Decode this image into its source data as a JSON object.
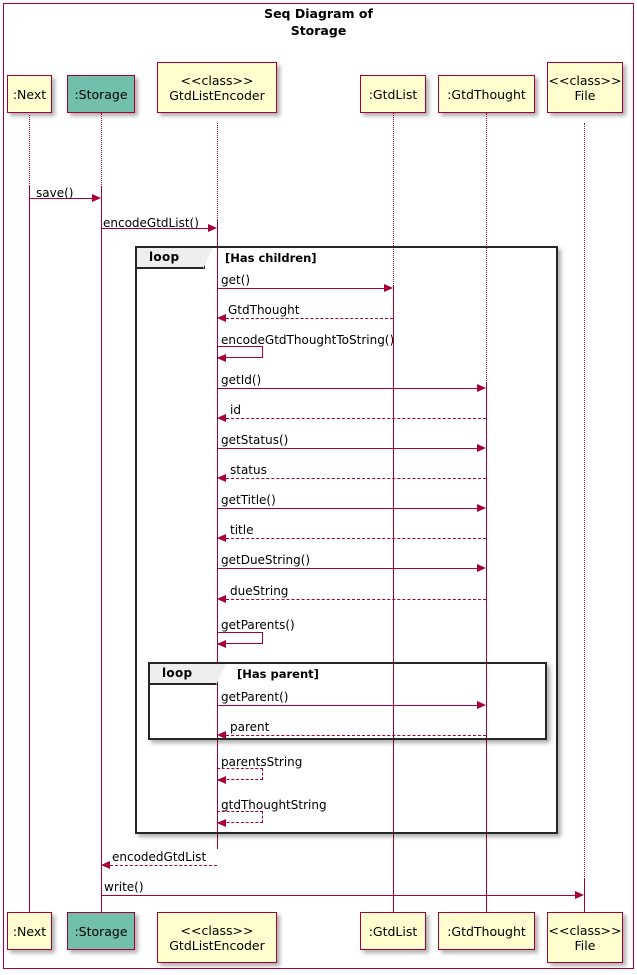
{
  "title": "Seq Diagram of\nStorage",
  "colors": {
    "line": "#A80036",
    "participant_fill": "#FEFECE",
    "highlight_fill": "#72BFAC",
    "fragment_border": "#262626",
    "fragment_tab_fill": "#EEEEEE"
  },
  "participants": [
    {
      "id": "next",
      "label": ":Next",
      "stereotype": "",
      "highlight": false
    },
    {
      "id": "storage",
      "label": ":Storage",
      "stereotype": "",
      "highlight": true
    },
    {
      "id": "encoder",
      "label": "GtdListEncoder",
      "stereotype": "<<class>>",
      "highlight": false
    },
    {
      "id": "gtdlist",
      "label": ":GtdList",
      "stereotype": "",
      "highlight": false
    },
    {
      "id": "gtdthought",
      "label": ":GtdThought",
      "stereotype": "",
      "highlight": false
    },
    {
      "id": "file",
      "label": "File",
      "stereotype": "<<class>>",
      "highlight": false
    }
  ],
  "fragments": [
    {
      "id": "loop-has-children",
      "keyword": "loop",
      "guard": "[Has children]"
    },
    {
      "id": "loop-has-parent",
      "keyword": "loop",
      "guard": "[Has parent]"
    }
  ],
  "messages": [
    {
      "id": "m1",
      "label": "save()",
      "from": "next",
      "to": "storage",
      "kind": "call"
    },
    {
      "id": "m2",
      "label": "encodeGtdList()",
      "from": "storage",
      "to": "encoder",
      "kind": "call"
    },
    {
      "id": "m3",
      "label": "get()",
      "from": "encoder",
      "to": "gtdlist",
      "kind": "call"
    },
    {
      "id": "m4",
      "label": "GtdThought",
      "from": "gtdlist",
      "to": "encoder",
      "kind": "return"
    },
    {
      "id": "m5",
      "label": "encodeGtdThoughtToString()",
      "from": "encoder",
      "to": "encoder",
      "kind": "self"
    },
    {
      "id": "m6",
      "label": "getId()",
      "from": "encoder",
      "to": "gtdthought",
      "kind": "call"
    },
    {
      "id": "m7",
      "label": "id",
      "from": "gtdthought",
      "to": "encoder",
      "kind": "return"
    },
    {
      "id": "m8",
      "label": "getStatus()",
      "from": "encoder",
      "to": "gtdthought",
      "kind": "call"
    },
    {
      "id": "m9",
      "label": "status",
      "from": "gtdthought",
      "to": "encoder",
      "kind": "return"
    },
    {
      "id": "m10",
      "label": "getTitle()",
      "from": "encoder",
      "to": "gtdthought",
      "kind": "call"
    },
    {
      "id": "m11",
      "label": "title",
      "from": "gtdthought",
      "to": "encoder",
      "kind": "return"
    },
    {
      "id": "m12",
      "label": "getDueString()",
      "from": "encoder",
      "to": "gtdthought",
      "kind": "call"
    },
    {
      "id": "m13",
      "label": "dueString",
      "from": "gtdthought",
      "to": "encoder",
      "kind": "return"
    },
    {
      "id": "m14",
      "label": "getParents()",
      "from": "encoder",
      "to": "encoder",
      "kind": "self"
    },
    {
      "id": "m15",
      "label": "getParent()",
      "from": "encoder",
      "to": "gtdthought",
      "kind": "call"
    },
    {
      "id": "m16",
      "label": "parent",
      "from": "gtdthought",
      "to": "encoder",
      "kind": "return"
    },
    {
      "id": "m17",
      "label": "parentsString",
      "from": "encoder",
      "to": "encoder",
      "kind": "self-return"
    },
    {
      "id": "m18",
      "label": "gtdThoughtString",
      "from": "encoder",
      "to": "encoder",
      "kind": "self-return"
    },
    {
      "id": "m19",
      "label": "encodedGtdList",
      "from": "encoder",
      "to": "storage",
      "kind": "return"
    },
    {
      "id": "m20",
      "label": "write()",
      "from": "storage",
      "to": "file",
      "kind": "call"
    }
  ]
}
